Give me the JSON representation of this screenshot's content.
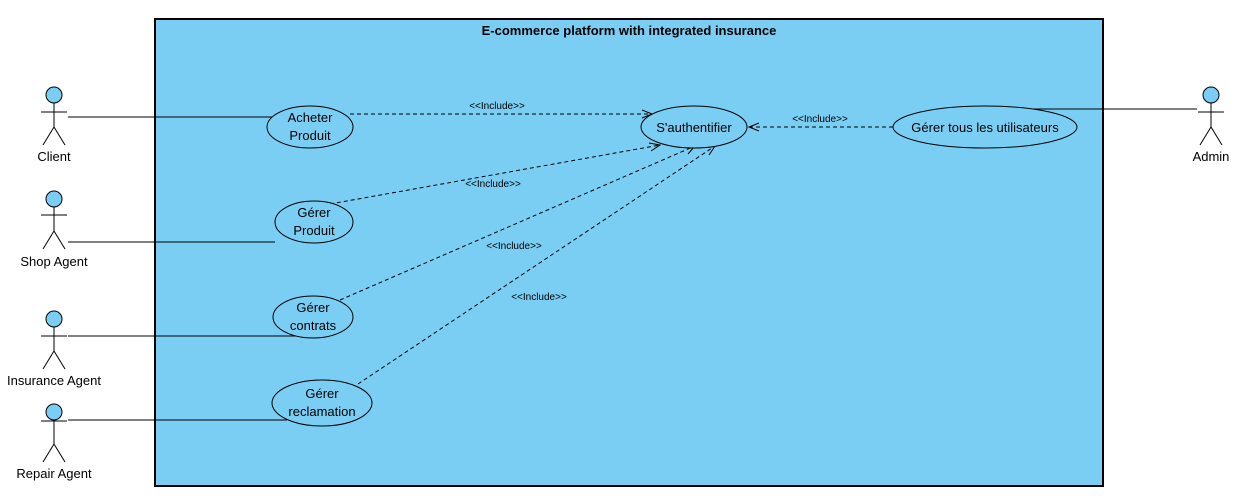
{
  "system": {
    "title": "E-commerce platform with integrated insurance",
    "fill": "#7ACEF4",
    "border": "#000000"
  },
  "actors": [
    {
      "id": "client",
      "label": "Client"
    },
    {
      "id": "shop-agent",
      "label": "Shop Agent"
    },
    {
      "id": "insurance-agent",
      "label": "Insurance Agent"
    },
    {
      "id": "repair-agent",
      "label": "Repair Agent"
    },
    {
      "id": "admin",
      "label": "Admin"
    }
  ],
  "use_cases": [
    {
      "id": "acheter-produit",
      "lines": [
        "Acheter",
        "Produit"
      ]
    },
    {
      "id": "gerer-produit",
      "lines": [
        "Gérer",
        "Produit"
      ]
    },
    {
      "id": "gerer-contrats",
      "lines": [
        "Gérer",
        "contrats"
      ]
    },
    {
      "id": "gerer-reclamation",
      "lines": [
        "Gérer",
        "reclamation"
      ]
    },
    {
      "id": "authentifier",
      "lines": [
        "S'authentifier"
      ]
    },
    {
      "id": "gerer-utilisateurs",
      "lines": [
        "Gérer tous les utilisateurs"
      ]
    }
  ],
  "associations": [
    {
      "actor": "client",
      "use_case": "acheter-produit"
    },
    {
      "actor": "shop-agent",
      "use_case": "gerer-produit"
    },
    {
      "actor": "insurance-agent",
      "use_case": "gerer-contrats"
    },
    {
      "actor": "repair-agent",
      "use_case": "gerer-reclamation"
    },
    {
      "actor": "admin",
      "use_case": "gerer-utilisateurs"
    }
  ],
  "includes": [
    {
      "from": "acheter-produit",
      "to": "authentifier",
      "label": "<<Include>>"
    },
    {
      "from": "gerer-produit",
      "to": "authentifier",
      "label": "<<Include>>"
    },
    {
      "from": "gerer-contrats",
      "to": "authentifier",
      "label": "<<Include>>"
    },
    {
      "from": "gerer-reclamation",
      "to": "authentifier",
      "label": "<<Include>>"
    },
    {
      "from": "gerer-utilisateurs",
      "to": "authentifier",
      "label": "<<Include>>"
    }
  ],
  "colors": {
    "actor_fill": "#7ACEF4",
    "use_case_fill": "#7ACEF4",
    "line": "#000000"
  }
}
